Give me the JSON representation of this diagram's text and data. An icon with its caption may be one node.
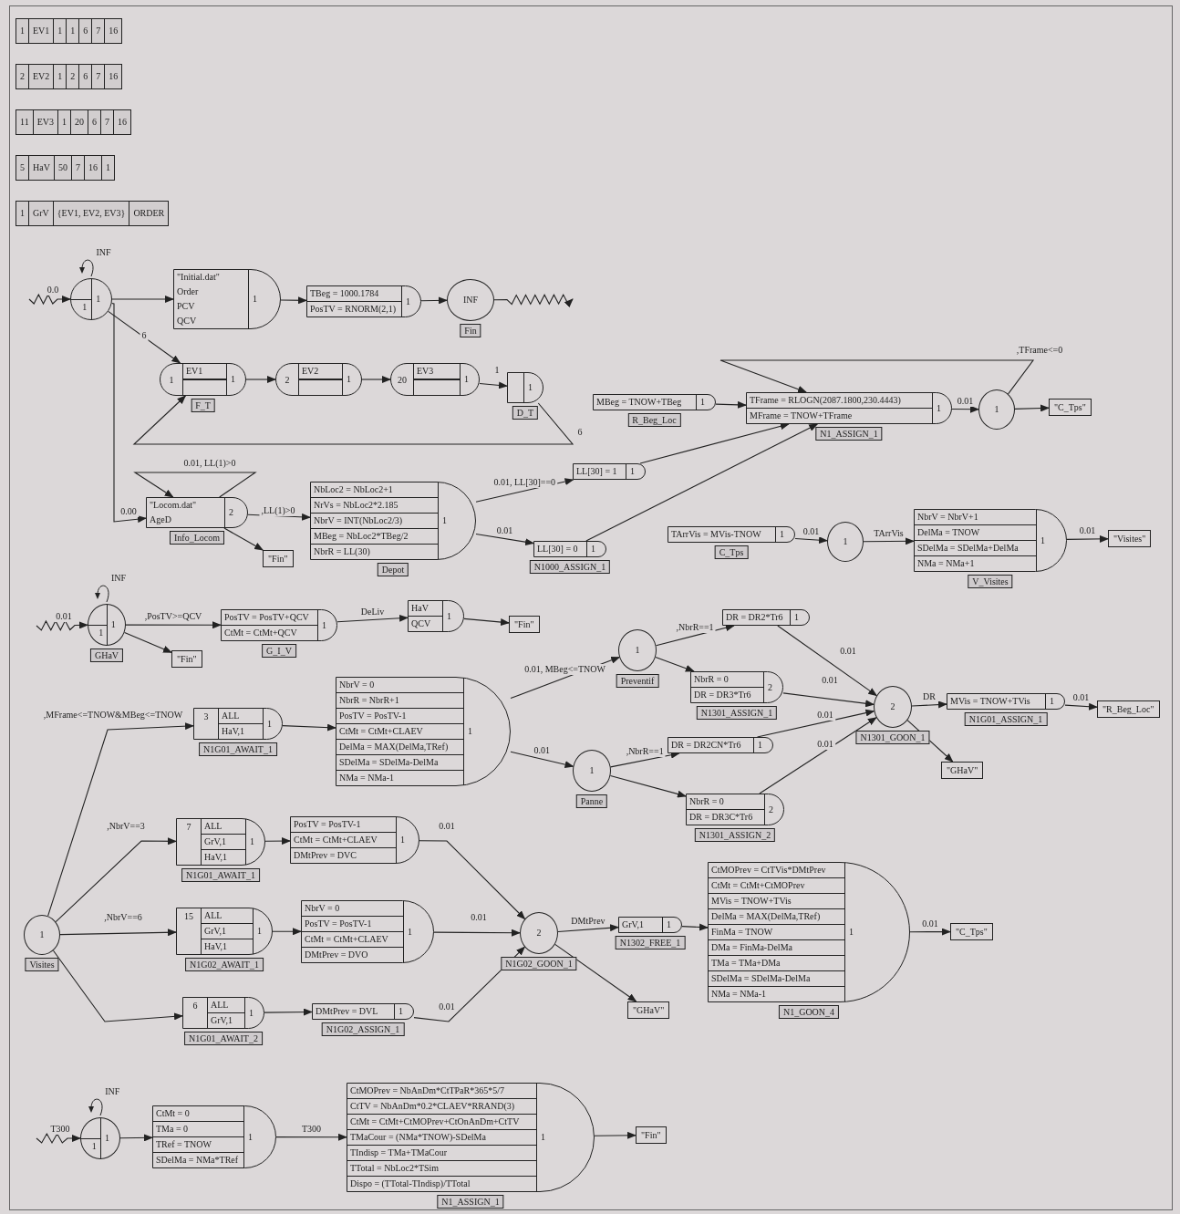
{
  "diagram": {
    "nodes": [
      {
        "text": [
          "1",
          "1"
        ],
        "beside": [
          "INF"
        ]
      },
      {
        "text": [
          "\"Initial.dat\"",
          "Order",
          "PCV",
          "QCV",
          "1"
        ]
      },
      {
        "text": [
          "TBeg = 1000.1784",
          "PosTV = RNORM(2,1)",
          "1"
        ]
      },
      {
        "text": [
          "INF"
        ],
        "beside": [
          "Fin"
        ]
      },
      {
        "text": [
          "1",
          "EV1",
          "1"
        ],
        "beside": [
          "F_T"
        ]
      },
      {
        "text": [
          "2",
          "EV2",
          "1"
        ]
      },
      {
        "text": [
          "20",
          "EV3",
          "1"
        ]
      },
      {
        "text": [
          "1"
        ],
        "beside": [
          "D_T"
        ]
      },
      {
        "text": [
          "\"Locom.dat\"",
          "AgeD",
          "2"
        ],
        "beside": [
          "Info_Locom"
        ]
      },
      {
        "text": [
          "\"Fin\""
        ]
      },
      {
        "text": [
          "NbLoc2 = NbLoc2+1",
          "NrVs = NbLoc2*2.185",
          "NbrV = INT(NbLoc2/3)",
          "MBeg = NbLoc2*TBeg/2",
          "NbrR = LL(30)",
          "1"
        ],
        "beside": [
          "Depot"
        ]
      },
      {
        "text": [
          "LL[30] = 1",
          "1"
        ]
      },
      {
        "text": [
          "LL[30] = 0",
          "1"
        ],
        "beside": [
          "N1000_ASSIGN_1"
        ]
      },
      {
        "text": [
          "MBeg = TNOW+TBeg",
          "1"
        ],
        "beside": [
          "R_Beg_Loc"
        ]
      },
      {
        "text": [
          "TFrame = RLOGN(2087.1800,230.4443)",
          "MFrame = TNOW+TFrame",
          "1"
        ],
        "beside": [
          "N1_ASSIGN_1"
        ]
      },
      {
        "text": [
          "1"
        ]
      },
      {
        "text": [
          "\"C_Tps\""
        ]
      },
      {
        "text": [
          "TArrVis = MVis-TNOW",
          "1"
        ],
        "beside": [
          "C_Tps"
        ]
      },
      {
        "text": [
          "1"
        ]
      },
      {
        "text": [
          "NbrV = NbrV+1",
          "DelMa = TNOW",
          "SDelMa = SDelMa+DelMa",
          "NMa = NMa+1",
          "1"
        ],
        "beside": [
          "V_Visites"
        ]
      },
      {
        "text": [
          "\"Visites\""
        ]
      },
      {
        "text": [
          "1",
          "1"
        ],
        "beside": [
          "INF",
          "GHaV"
        ]
      },
      {
        "text": [
          "\"Fin\""
        ]
      },
      {
        "text": [
          "PosTV = PosTV+QCV",
          "CtMt = CtMt+QCV",
          "1"
        ],
        "beside": [
          "G_I_V"
        ]
      },
      {
        "text": [
          "HaV",
          "QCV",
          "1"
        ]
      },
      {
        "text": [
          "\"Fin\""
        ]
      },
      {
        "text": [
          "3",
          "ALL",
          "HaV,1",
          "1"
        ],
        "beside": [
          "N1G01_AWAIT_1"
        ]
      },
      {
        "text": [
          "NbrV = 0",
          "NbrR = NbrR+1",
          "PosTV = PosTV-1",
          "CtMt = CtMt+CLAEV",
          "DelMa = MAX(DelMa,TRef)",
          "SDelMa = SDelMa-DelMa",
          "NMa = NMa-1",
          "1"
        ]
      },
      {
        "text": [
          "1"
        ],
        "beside": [
          "Preventif"
        ]
      },
      {
        "text": [
          "1"
        ],
        "beside": [
          "Panne"
        ]
      },
      {
        "text": [
          "DR = DR2*Tr6",
          "1"
        ]
      },
      {
        "text": [
          "NbrR = 0",
          "DR = DR3*Tr6",
          "2"
        ],
        "beside": [
          "N1301_ASSIGN_1"
        ]
      },
      {
        "text": [
          "DR = DR2CN*Tr6",
          "1"
        ]
      },
      {
        "text": [
          "NbrR = 0",
          "DR = DR3C*Tr6",
          "2"
        ],
        "beside": [
          "N1301_ASSIGN_2"
        ]
      },
      {
        "text": [
          "2"
        ],
        "beside": [
          "N1301_GOON_1"
        ]
      },
      {
        "text": [
          "MVis = TNOW+TVis",
          "1"
        ],
        "beside": [
          "N1G01_ASSIGN_1"
        ]
      },
      {
        "text": [
          "\"R_Beg_Loc\""
        ]
      },
      {
        "text": [
          "\"GHaV\""
        ]
      },
      {
        "text": [
          "1"
        ],
        "beside": [
          "Visites"
        ]
      },
      {
        "text": [
          "7",
          "ALL",
          "GrV,1",
          "HaV,1",
          "1"
        ],
        "beside": [
          "N1G01_AWAIT_1"
        ]
      },
      {
        "text": [
          "PosTV = PosTV-1",
          "CtMt = CtMt+CLAEV",
          "DMtPrev = DVC",
          "1"
        ]
      },
      {
        "text": [
          "15",
          "ALL",
          "GrV,1",
          "HaV,1",
          "1"
        ],
        "beside": [
          "N1G02_AWAIT_1"
        ]
      },
      {
        "text": [
          "NbrV = 0",
          "PosTV = PosTV-1",
          "CtMt = CtMt+CLAEV",
          "DMtPrev = DVO",
          "1"
        ]
      },
      {
        "text": [
          "6",
          "ALL",
          "GrV,1",
          "1"
        ],
        "beside": [
          "N1G01_AWAIT_2"
        ]
      },
      {
        "text": [
          "DMtPrev = DVL",
          "1"
        ],
        "beside": [
          "N1G02_ASSIGN_1"
        ]
      },
      {
        "text": [
          "2"
        ],
        "beside": [
          "N1G02_GOON_1"
        ]
      },
      {
        "text": [
          "GrV,1",
          "1"
        ],
        "beside": [
          "N1302_FREE_1"
        ]
      },
      {
        "text": [
          "\"GHaV\""
        ]
      },
      {
        "text": [
          "CtMOPrev = CtTVis*DMtPrev",
          "CtMt = CtMt+CtMOPrev",
          "MVis = TNOW+TVis",
          "DelMa = MAX(DelMa,TRef)",
          "FinMa = TNOW",
          "DMa = FinMa-DelMa",
          "TMa = TMa+DMa",
          "SDelMa = SDelMa-DelMa",
          "NMa = NMa-1",
          "1"
        ],
        "beside": [
          "N1_GOON_4"
        ]
      },
      {
        "text": [
          "\"C_Tps\""
        ]
      },
      {
        "text": [
          "1",
          "1"
        ],
        "beside": [
          "INF"
        ]
      },
      {
        "text": [
          "CtMt = 0",
          "TMa = 0",
          "TRef = TNOW",
          "SDelMa = NMa*TRef",
          "1"
        ]
      },
      {
        "text": [
          "CtMOPrev = NbAnDm*CtTPaR*365*5/7",
          "CtTV = NbAnDm*0.2*CLAEV*RRAND(3)",
          "CtMt = CtMt+CtMOPrev+CtOnAnDm+CtTV",
          "TMaCour = (NMa*TNOW)-SDelMa",
          "TIndisp = TMa+TMaCour",
          "TTotal = NbLoc2*TSim",
          "Dispo = (TTotal-TIndisp)/TTotal",
          "1"
        ],
        "beside": [
          "N1_ASSIGN_1"
        ]
      },
      {
        "text": [
          "\"Fin\""
        ]
      }
    ],
    "edges": [
      {
        "from": null,
        "to": 0,
        "arrow": "to",
        "label": "0.0"
      },
      {
        "from": 0,
        "to": 1,
        "arrow": "to"
      },
      {
        "from": 0,
        "to": 4,
        "arrow": "to",
        "label": "6"
      },
      {
        "from": 0,
        "to": 8,
        "arrow": "to",
        "label": "0.00"
      },
      {
        "from": 1,
        "to": 2,
        "arrow": "to"
      },
      {
        "from": 2,
        "to": 3,
        "arrow": "to"
      },
      {
        "from": 3,
        "to": null,
        "arrow": "to"
      },
      {
        "from": 4,
        "to": 5,
        "arrow": "to"
      },
      {
        "from": 5,
        "to": 6,
        "arrow": "to"
      },
      {
        "from": 6,
        "to": 7,
        "arrow": "to",
        "label": "1"
      },
      {
        "from": 7,
        "to": 4,
        "arrow": "to",
        "label": "6"
      },
      {
        "from": 8,
        "to": 8,
        "arrow": "to",
        "label": "0.01, LL(1)>0"
      },
      {
        "from": 8,
        "to": 9,
        "arrow": "to"
      },
      {
        "from": 8,
        "to": 10,
        "arrow": "to",
        "label": ",LL(1)>0"
      },
      {
        "from": 10,
        "to": 11,
        "arrow": "to",
        "label": "0.01, LL[30]==0"
      },
      {
        "from": 10,
        "to": 12,
        "arrow": "to",
        "label": "0.01"
      },
      {
        "from": 13,
        "to": 14,
        "arrow": "to"
      },
      {
        "from": 11,
        "to": 14,
        "arrow": "to"
      },
      {
        "from": 12,
        "to": 14,
        "arrow": "to"
      },
      {
        "from": 14,
        "to": 15,
        "arrow": "to",
        "label": "0.01"
      },
      {
        "from": 15,
        "to": 16,
        "arrow": "to"
      },
      {
        "from": 15,
        "to": 14,
        "arrow": "to",
        "label": ",TFrame<=0"
      },
      {
        "from": 17,
        "to": 18,
        "arrow": "to",
        "label": "0.01"
      },
      {
        "from": 18,
        "to": 19,
        "arrow": "to",
        "label": "TArrVis"
      },
      {
        "from": 19,
        "to": 20,
        "arrow": "to",
        "label": "0.01"
      },
      {
        "from": null,
        "to": 21,
        "arrow": "to",
        "label": "0.01"
      },
      {
        "from": 21,
        "to": 22,
        "arrow": "to"
      },
      {
        "from": 21,
        "to": 23,
        "arrow": "to",
        "label": ",PosTV>=QCV"
      },
      {
        "from": 23,
        "to": 24,
        "arrow": "to",
        "label": "DeLiv"
      },
      {
        "from": 24,
        "to": 25,
        "arrow": "to"
      },
      {
        "from": 38,
        "to": 26,
        "arrow": "to",
        "label": ",MFrame<=TNOW&MBeg<=TNOW"
      },
      {
        "from": 26,
        "to": 27,
        "arrow": "to"
      },
      {
        "from": 27,
        "to": 28,
        "arrow": "to",
        "label": "0.01, MBeg<=TNOW"
      },
      {
        "from": 27,
        "to": 29,
        "arrow": "to",
        "label": "0.01"
      },
      {
        "from": 28,
        "to": 30,
        "arrow": "to",
        "label": ",NbrR==1"
      },
      {
        "from": 28,
        "to": 31,
        "arrow": "to"
      },
      {
        "from": 29,
        "to": 32,
        "arrow": "to",
        "label": ",NbrR==1"
      },
      {
        "from": 29,
        "to": 33,
        "arrow": "to"
      },
      {
        "from": 30,
        "to": 34,
        "arrow": "to",
        "label": "0.01"
      },
      {
        "from": 31,
        "to": 34,
        "arrow": "to",
        "label": "0.01"
      },
      {
        "from": 32,
        "to": 34,
        "arrow": "to",
        "label": "0.01"
      },
      {
        "from": 33,
        "to": 34,
        "arrow": "to",
        "label": "0.01"
      },
      {
        "from": 34,
        "to": 35,
        "arrow": "to",
        "label": "DR"
      },
      {
        "from": 35,
        "to": 36,
        "arrow": "to",
        "label": "0.01"
      },
      {
        "from": 34,
        "to": 37,
        "arrow": "to"
      },
      {
        "from": 38,
        "to": 39,
        "arrow": "to",
        "label": ",NbrV==3"
      },
      {
        "from": 38,
        "to": 41,
        "arrow": "to",
        "label": ",NbrV==6"
      },
      {
        "from": 38,
        "to": 43,
        "arrow": "to"
      },
      {
        "from": 39,
        "to": 40,
        "arrow": "to"
      },
      {
        "from": 41,
        "to": 42,
        "arrow": "to"
      },
      {
        "from": 43,
        "to": 44,
        "arrow": "to"
      },
      {
        "from": 40,
        "to": 45,
        "arrow": "to",
        "label": "0.01"
      },
      {
        "from": 42,
        "to": 45,
        "arrow": "to",
        "label": "0.01"
      },
      {
        "from": 44,
        "to": 45,
        "arrow": "to",
        "label": "0.01"
      },
      {
        "from": 45,
        "to": 46,
        "arrow": "to",
        "label": "DMtPrev"
      },
      {
        "from": 45,
        "to": 47,
        "arrow": "to"
      },
      {
        "from": 46,
        "to": 48,
        "arrow": "to"
      },
      {
        "from": 48,
        "to": 49,
        "arrow": "to",
        "label": "0.01"
      },
      {
        "from": null,
        "to": 50,
        "arrow": "to",
        "label": "T300"
      },
      {
        "from": 50,
        "to": 51,
        "arrow": "to"
      },
      {
        "from": 51,
        "to": 52,
        "arrow": "to",
        "label": "T300"
      },
      {
        "from": 52,
        "to": 53,
        "arrow": "to"
      }
    ],
    "labels": [
      "1",
      "EV1",
      "1",
      "1",
      "6",
      "7",
      "16",
      "2",
      "EV2",
      "1",
      "2",
      "6",
      "7",
      "16",
      "11",
      "EV3",
      "1",
      "20",
      "6",
      "7",
      "16",
      "5",
      "HaV",
      "50",
      "7",
      "16",
      "1",
      "1",
      "GrV",
      "{EV1, EV2, EV3}",
      "ORDER"
    ]
  }
}
